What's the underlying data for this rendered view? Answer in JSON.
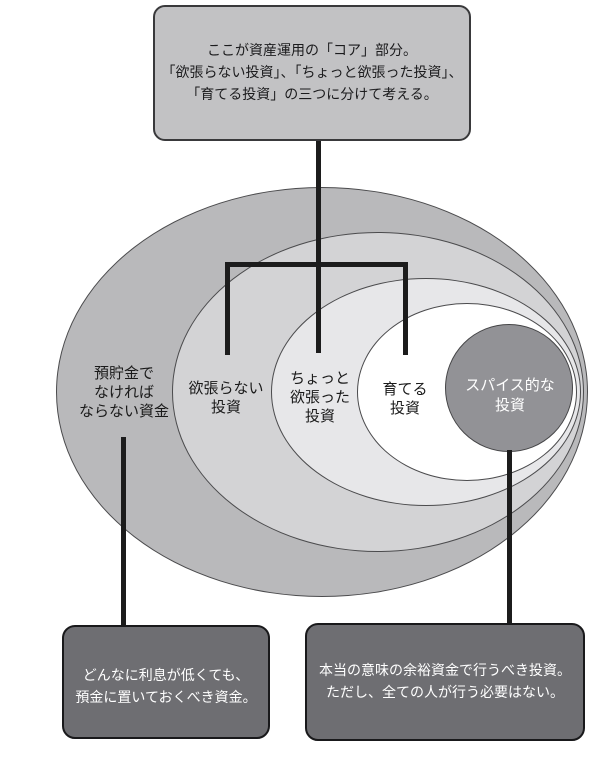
{
  "top_box": {
    "lines": [
      "ここが資産運用の「コア」部分。",
      "「欲張らない投資」、「ちょっと欲張った投資」、",
      "「育てる投資」の三つに分けて考える。"
    ],
    "fill": "#c2c2c4"
  },
  "rings": [
    {
      "name": "deposit-funds",
      "label_lines": [
        "預貯金で",
        "なければ",
        "ならない資金"
      ],
      "fill": "#b9b9bb"
    },
    {
      "name": "no-greed-invest",
      "label_lines": [
        "欲張らない",
        "投資"
      ],
      "fill": "#d3d3d5"
    },
    {
      "name": "bit-greedy-invest",
      "label_lines": [
        "ちょっと",
        "欲張った",
        "投資"
      ],
      "fill": "#e7e7e9"
    },
    {
      "name": "growing-invest",
      "label_lines": [
        "育てる",
        "投資"
      ],
      "fill": "#ffffff"
    }
  ],
  "spice_circle": {
    "label_lines": [
      "スパイス的な",
      "投資"
    ],
    "fill": "#929296",
    "text_color": "#ffffff"
  },
  "bottom_left_box": {
    "lines": [
      "どんなに利息が低くても、",
      "預金に置いておくべき資金。"
    ],
    "fill": "#6e6e72"
  },
  "bottom_right_box": {
    "lines": [
      "本当の意味の余裕資金で行うべき投資。",
      "ただし、全ての人が行う必要はない。"
    ],
    "fill": "#6e6e72"
  },
  "colors": {
    "connector_line": "#1c1c1c",
    "ellipse_border": "#4b4b4d",
    "background": "#ffffff"
  }
}
